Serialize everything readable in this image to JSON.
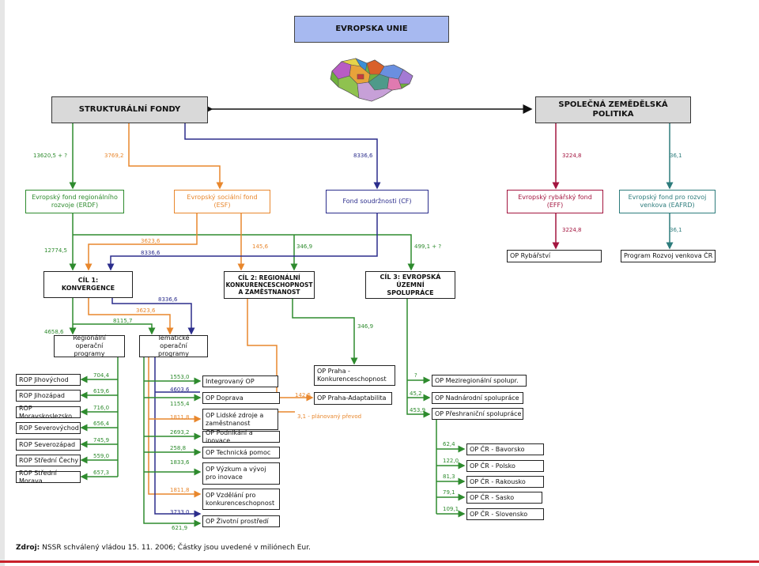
{
  "boxes": {
    "eu": "EVROPSKA UNIE",
    "structural_funds": "STRUKTURÁLNÍ FONDY",
    "cap": "SPOLEČNÁ ZEMĚDĚLSKÁ POLITIKA",
    "erdf": "Evropský fond regionálního rozvoje (ERDF)",
    "esf": "Evropský sociální fond (ESF)",
    "cf": "Fond soudržnosti (CF)",
    "eff": "Evropský rybářský fond (EFF)",
    "eafrd": "Evropský fond pro rozvoj venkova (EAFRD)",
    "op_fisheries": "OP Rybářství",
    "rural_program": "Program Rozvoj venkova ČR",
    "goal1": "CÍL 1: KONVERGENCE",
    "goal2": "CÍL 2: REGIONÁLNÍ KONKURENCESCHOPNOST A ZAMĚSTNANOST",
    "goal3": "CÍL 3: EVROPSKÁ ÚZEMNÍ SPOLUPRÁCE",
    "regional_ops": "Regionální operační programy",
    "thematic_ops": "Tematické operační programy",
    "op_praha_comp": "OP Praha - Konkurenceschopnost",
    "op_praha_adapt": "OP Praha-Adaptabilita"
  },
  "rop_items": [
    "ROP Jihovýchod",
    "ROP Jihozápad",
    "ROP Moravskoslezsko",
    "ROP Severovýchod",
    "ROP Severozápad",
    "ROP Střední Čechy",
    "ROP Střední Morava"
  ],
  "rop_values": [
    "704,4",
    "619,6",
    "716,0",
    "656,4",
    "745,9",
    "559,0",
    "657,3"
  ],
  "thematic_items": [
    "Integrovaný OP",
    "OP Doprava",
    "OP Lidské zdroje a zaměstnanost",
    "OP Podnikání a inovace",
    "OP Technická pomoc",
    "OP Výzkum a vývoj pro inovace",
    "OP Vzdělání pro konkurenceschopnost",
    "OP Životní prostředí"
  ],
  "thematic_values": [
    "1553,0",
    "4603,6",
    "1155,4",
    "1811,8",
    "2693,2",
    "258,8",
    "1833,6",
    "1811,8",
    "3733,0",
    "621,9"
  ],
  "cooperation_items": [
    "OP Meziregionální spolupr.",
    "OP Nadnárodní spolupráce",
    "OP Přeshraniční spolupráce"
  ],
  "cooperation_values": [
    "?",
    "45,2",
    "453,9"
  ],
  "cross_border_items": [
    "OP ČR - Bavorsko",
    "OP ČR - Polsko",
    "OP ČR - Rakousko",
    "OP ČR - Sasko",
    "OP ČR - Slovensko"
  ],
  "cross_border_values": [
    "62,4",
    "122,0",
    "81,3",
    "79,1",
    "109,1"
  ],
  "flow_values": {
    "sf_to_erdf": "13620,5 + ?",
    "sf_to_esf": "3769,2",
    "sf_to_cf": "8336,6",
    "cap_to_eff": "3224,8",
    "cap_to_eafrd": "36,1",
    "eff_to_op": "3224,8",
    "eafrd_to_program": "36,1",
    "erdf_to_goal1": "12774,5",
    "esf_to_goal1": "3623,6",
    "cf_to_goal1": "8336,6",
    "to_goal2_esf": "145,6",
    "to_goal2_erdf": "346,9",
    "to_goal3": "499,1 + ?",
    "g1_cf_thematic": "8336,6",
    "g1_esf_thematic": "3623,6",
    "g1_erdf_thematic": "8115,7",
    "g1_regional": "4658,6",
    "g2_praha_comp": "346,9",
    "g2_praha_adapt": "142,5",
    "planned_transfer": "3,1 - plánovaný převod"
  },
  "source": {
    "label": "Zdroj:",
    "text": "NSSR schválený vládou 15. 11. 2006; Částky jsou uvedené v miliónech Eur."
  },
  "colors": {
    "erdf": "#2e8b2e",
    "esf": "#e8872d",
    "cf": "#2b2d8c",
    "eff": "#a3153f",
    "eafrd": "#2d7c7c",
    "eu_box": "#a7b9f0",
    "header_box": "#d9d9d9",
    "footer_line": "#c8202a"
  }
}
